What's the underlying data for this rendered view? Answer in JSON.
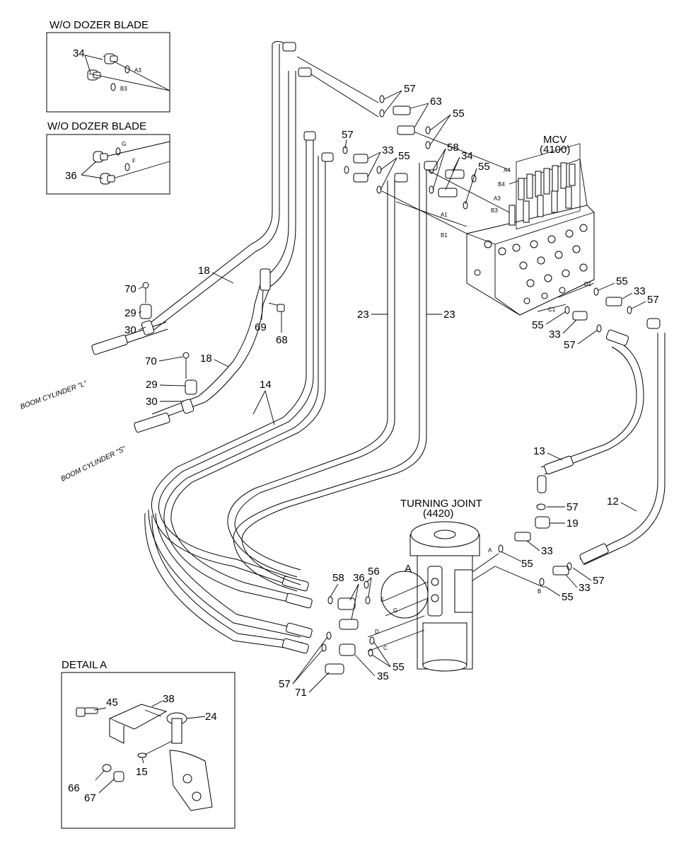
{
  "insets": {
    "inset1_title": "W/O DOZER BLADE",
    "inset2_title": "W/O DOZER BLADE",
    "detail_title": "DETAIL A"
  },
  "components": {
    "mcv_name": "MCV",
    "mcv_code": "(4100)",
    "tj_name": "TURNING JOINT",
    "tj_code": "(4420)",
    "detail_marker": "A"
  },
  "cylinders": {
    "left": "BOOM CYLINDER \"L\"",
    "right": "BOOM CYLINDER \"S\""
  },
  "ports": {
    "A3": "A3",
    "B3": "B3",
    "G": "G",
    "F": "F",
    "A4": "A4",
    "B4": "B4",
    "A1": "A1",
    "B1": "B1",
    "D1": "D1",
    "C1": "C1",
    "tA": "A",
    "tB": "B",
    "tF": "F",
    "tG": "G",
    "tD": "D",
    "tC": "C"
  },
  "callouts": {
    "c34a": "34",
    "c36": "36",
    "c57a": "57",
    "c63": "63",
    "c55a": "55",
    "c57b": "57",
    "c33a": "33",
    "c55b": "55",
    "c58a": "58",
    "c34b": "34",
    "c55c": "55",
    "c18a": "18",
    "c70a": "70",
    "c29a": "29",
    "c30a": "30",
    "c69": "69",
    "c68": "68",
    "c23a": "23",
    "c23b": "23",
    "c55d": "55",
    "c33b": "33",
    "c57c": "57",
    "c55e": "55",
    "c33c": "33",
    "c57d": "57",
    "c70b": "70",
    "c18b": "18",
    "c29b": "29",
    "c30b": "30",
    "c14": "14",
    "c13": "13",
    "c57e": "57",
    "c19": "19",
    "c12": "12",
    "c33d": "33",
    "c55f": "55",
    "c55g": "55",
    "c33e": "33",
    "c57f": "57",
    "c58b": "58",
    "c36b": "36",
    "c56": "56",
    "c57g": "57",
    "c71": "71",
    "c35": "35",
    "c55h": "55",
    "c45": "45",
    "c38": "38",
    "c24": "24",
    "c66": "66",
    "c67": "67",
    "c15": "15"
  }
}
